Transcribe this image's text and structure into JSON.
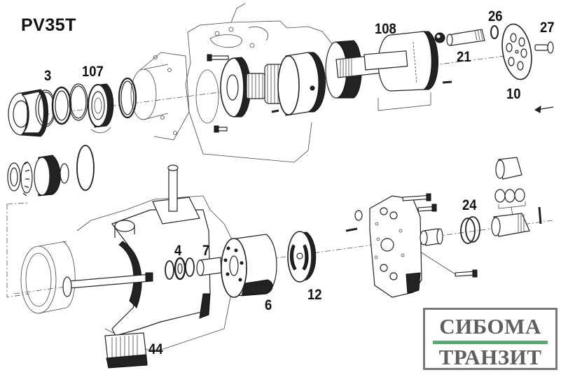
{
  "diagram": {
    "title": "PV35T",
    "subject": "Hydraulic axial piston pump exploded view",
    "callouts": [
      {
        "id": "3",
        "label": "3"
      },
      {
        "id": "107",
        "label": "107"
      },
      {
        "id": "108",
        "label": "108"
      },
      {
        "id": "26",
        "label": "26"
      },
      {
        "id": "27",
        "label": "27"
      },
      {
        "id": "21",
        "label": "21"
      },
      {
        "id": "10",
        "label": "10"
      },
      {
        "id": "24",
        "label": "24"
      },
      {
        "id": "4",
        "label": "4"
      },
      {
        "id": "7",
        "label": "7"
      },
      {
        "id": "6",
        "label": "6"
      },
      {
        "id": "12",
        "label": "12"
      },
      {
        "id": "44",
        "label": "44"
      }
    ],
    "flow_arrow": "left-arrow"
  },
  "logo": {
    "line1": "СИБОМА",
    "line2": "ТРАНЗИТ",
    "accent_color": "#5aa873",
    "text_color": "#5f5f5f",
    "border_color": "#777777"
  }
}
